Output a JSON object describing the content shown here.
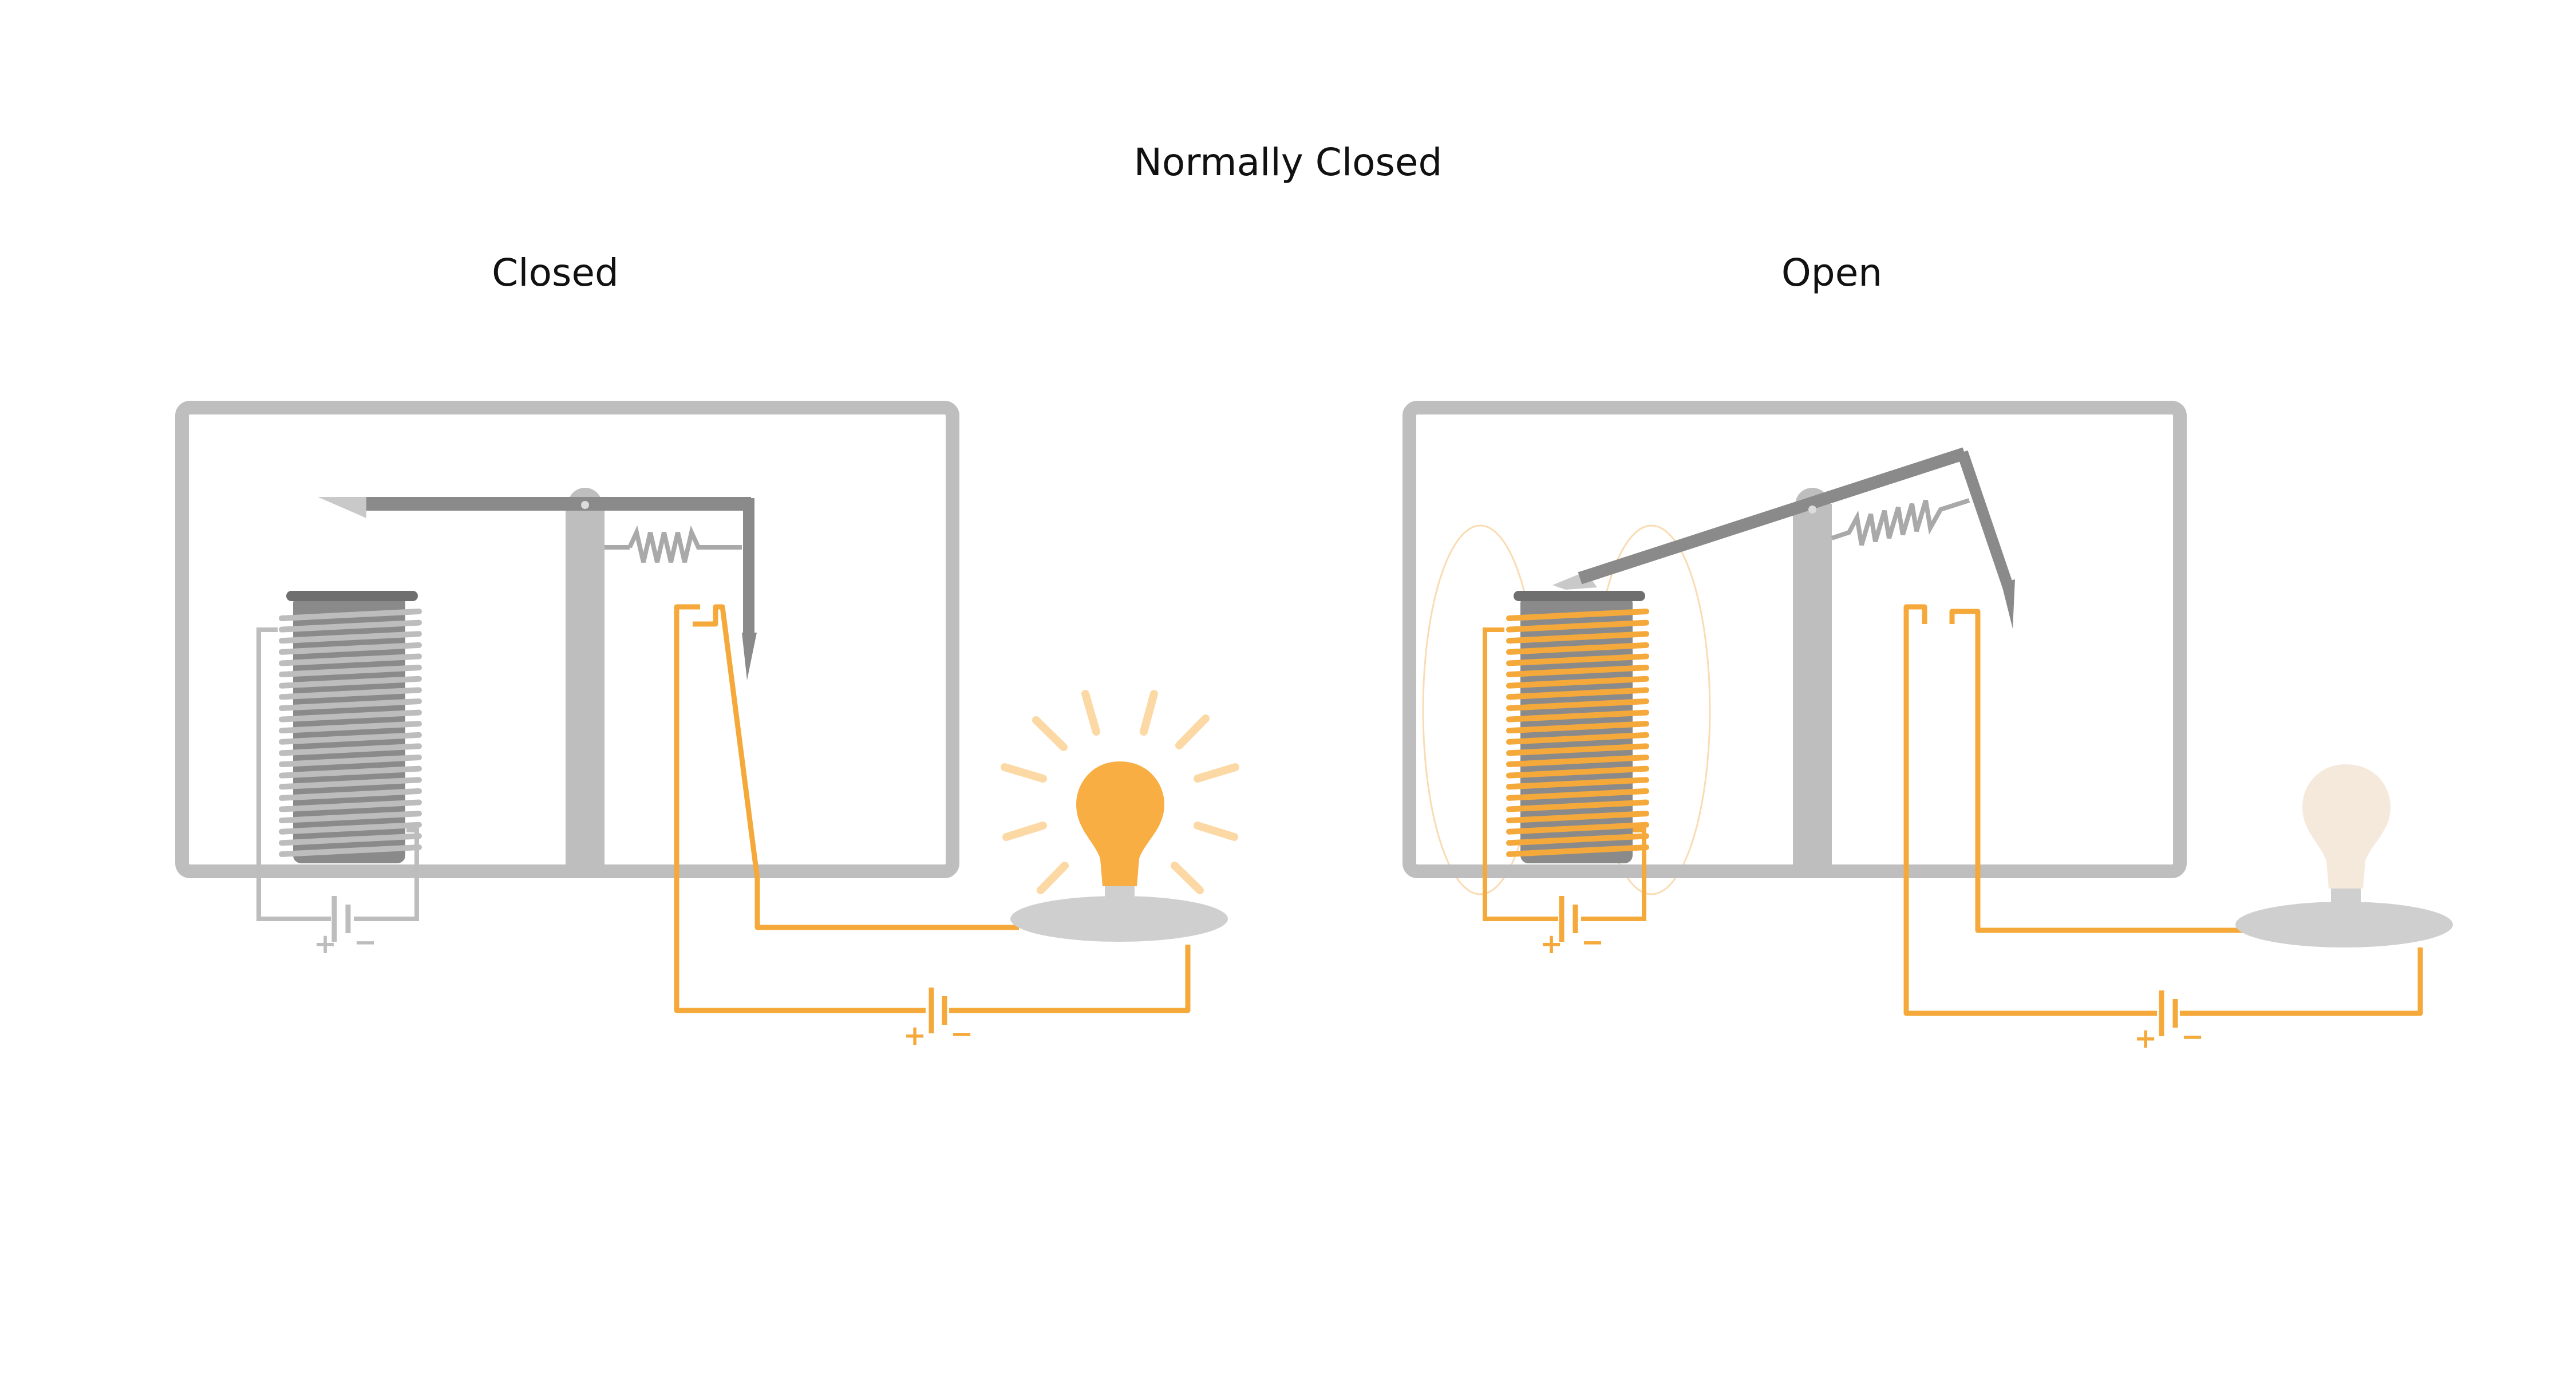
{
  "title": "Normally Closed",
  "panels": [
    {
      "id": "closed",
      "title": "Closed",
      "coil_energized": false,
      "contact_closed": true,
      "lamp_lit": true
    },
    {
      "id": "open",
      "title": "Open",
      "coil_energized": true,
      "contact_closed": false,
      "lamp_lit": false
    }
  ],
  "battery_symbols": {
    "plus": "+",
    "minus": "−"
  },
  "colors": {
    "frame": "#bebebe",
    "core": "#8a8a8a",
    "armature": "#8a8a8a",
    "spring": "#a9a9a9",
    "coil_inactive": "#bdbdbd",
    "wire_active": "#f5a93b",
    "lamp_on": "#f8ae42",
    "lamp_glow": "#fcd9a4",
    "lamp_off": "#f5e9dc",
    "base": "#cfcfcf"
  }
}
